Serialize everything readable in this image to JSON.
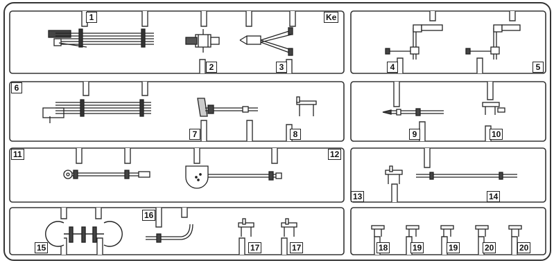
{
  "sprue": {
    "code": "Ke",
    "parts": [
      "1",
      "2",
      "3",
      "4",
      "5",
      "6",
      "7",
      "8",
      "9",
      "10",
      "11",
      "12",
      "13",
      "14",
      "15",
      "16",
      "17",
      "17",
      "18",
      "19",
      "19",
      "20",
      "20"
    ]
  }
}
